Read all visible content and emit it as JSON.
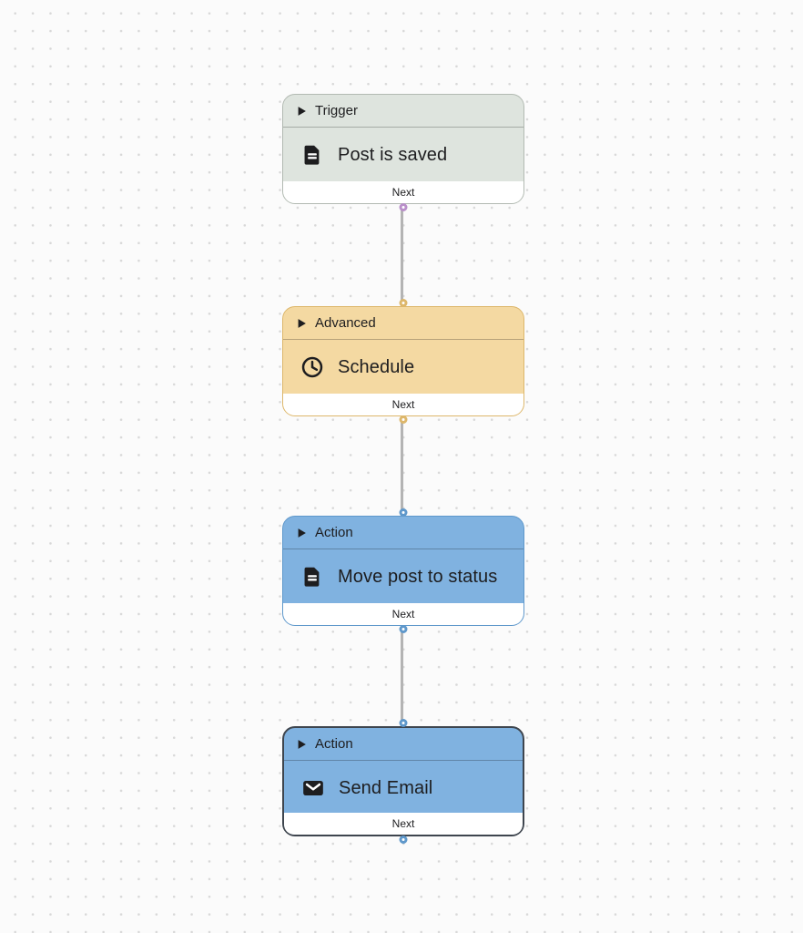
{
  "canvas": {
    "background_color": "#fbfbfb",
    "grid_dot_color": "#d8d8d8",
    "connector_color": "#b4b4b4"
  },
  "nodes": [
    {
      "category_label": "Trigger",
      "title": "Post is saved",
      "icon": "file-text-icon",
      "footer_label": "Next",
      "bg_color": "#dee4de",
      "border_color": "#b2bab2",
      "port_color": "#b98fc9",
      "selected": false,
      "has_input_port": false,
      "has_output_port": true
    },
    {
      "category_label": "Advanced",
      "title": "Schedule",
      "icon": "clock-icon",
      "footer_label": "Next",
      "bg_color": "#f4d9a2",
      "border_color": "#ddb76b",
      "port_color": "#ddb76b",
      "selected": false,
      "has_input_port": true,
      "has_output_port": true
    },
    {
      "category_label": "Action",
      "title": "Move post to status",
      "icon": "file-text-icon",
      "footer_label": "Next",
      "bg_color": "#80b2e0",
      "border_color": "#5f98cb",
      "port_color": "#5f98cb",
      "selected": false,
      "has_input_port": true,
      "has_output_port": true
    },
    {
      "category_label": "Action",
      "title": "Send Email",
      "icon": "mail-icon",
      "footer_label": "Next",
      "bg_color": "#80b2e0",
      "border_color": "#3e454e",
      "port_color": "#5f98cb",
      "selected": true,
      "has_input_port": true,
      "has_output_port": true
    }
  ],
  "edges": [
    {
      "from_node": 0,
      "to_node": 1
    },
    {
      "from_node": 1,
      "to_node": 2
    },
    {
      "from_node": 2,
      "to_node": 3
    }
  ]
}
